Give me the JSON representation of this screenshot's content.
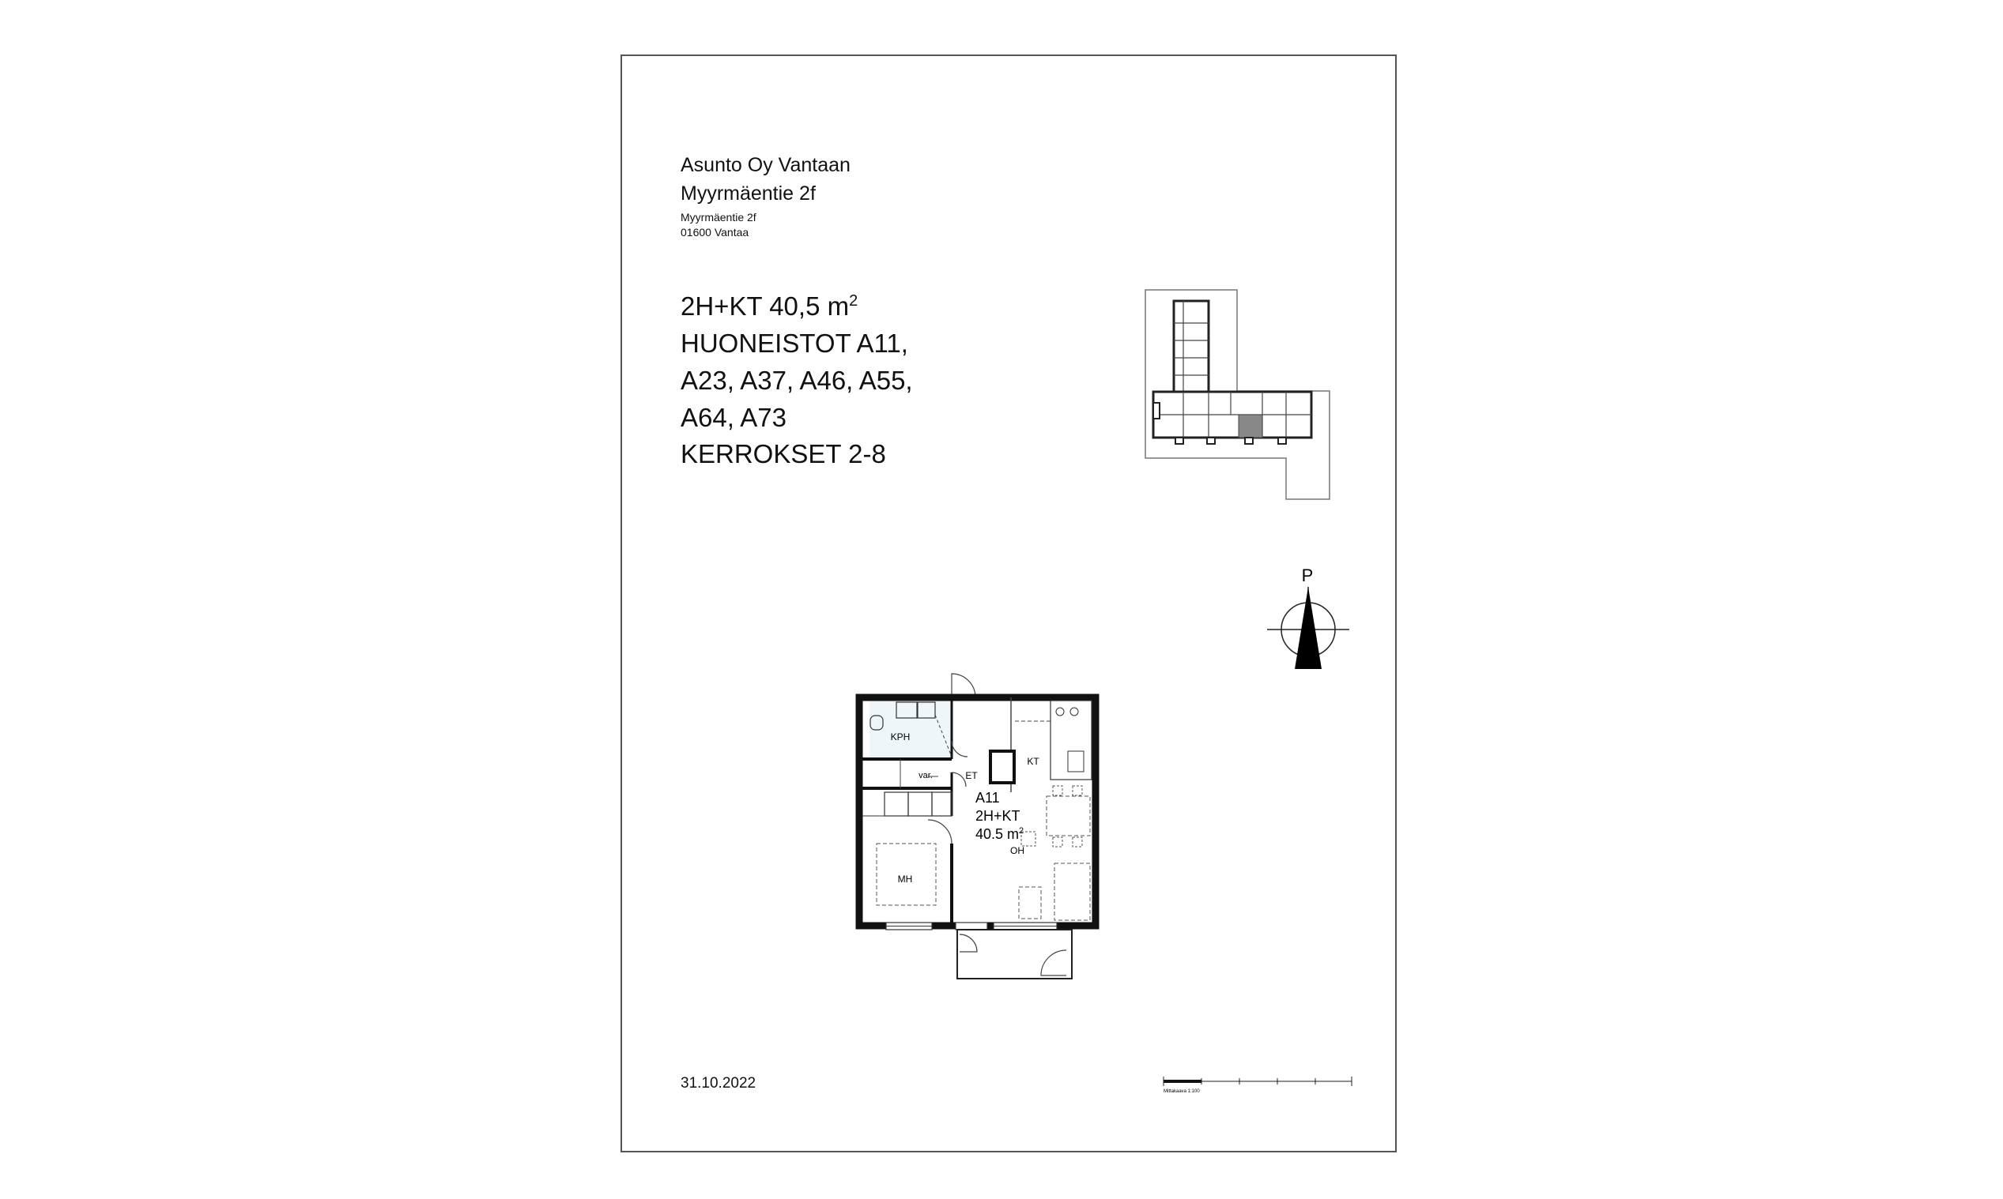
{
  "document": {
    "project_name": "Asunto Oy Vantaan",
    "street_title": "Myyrmäentie 2f",
    "address_line1": "Myyrmäentie 2f",
    "address_line2": "01600 Vantaa",
    "apartment_type": "2H+KT 40,5 m",
    "area_exponent": "2",
    "apartments_line1": "HUONEISTOT A11,",
    "apartments_line2": "A23, A37, A46, A55,",
    "apartments_line3": "A64, A73",
    "floors": "KERROKSET 2-8",
    "date": "31.10.2022"
  },
  "compass": {
    "north_label": "P"
  },
  "scale_bar": {
    "label": "Mittakaava 1:100"
  },
  "floorplan": {
    "rooms": {
      "bathroom": "KPH",
      "kitchen": "KT",
      "entry": "ET",
      "storage": "var.",
      "bedroom": "MH",
      "living": "OH"
    },
    "apartment_id": "A11",
    "apartment_type": "2H+KT",
    "area_value": "40.5 m",
    "area_exponent": "2"
  }
}
